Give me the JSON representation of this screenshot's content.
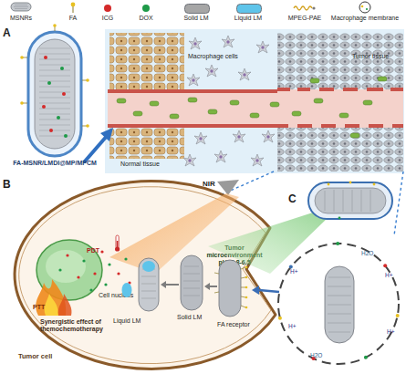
{
  "diagram": {
    "nodes": [
      {
        "text": [
          "FA-MSNR/LMDI@MP/MPCM"
        ]
      },
      {
        "text": [
          "Tumor cell"
        ]
      },
      {
        "text": [
          "Cell nucleus"
        ],
        "in": 1
      },
      {
        "text": [
          "Tumor microenvironment pH=6.8-6.5"
        ]
      }
    ],
    "labels": [
      "A",
      "Normal tissue",
      "Macrophage cells",
      "Tumor tissue",
      "B",
      "NIR",
      "PDT",
      "PTT",
      "Synergistic effect of themochemotherapy",
      "Liquid LM",
      "Solid LM",
      "FA receptor",
      "C",
      "H+",
      "H+",
      "H+",
      "H+",
      "H2O",
      "H2O"
    ],
    "legend": [
      {
        "text": "MSNRs"
      },
      {
        "text": "FA"
      },
      {
        "text": "ICG",
        "color": "#d42a2a"
      },
      {
        "text": "DOX",
        "color": "#1f9a48"
      },
      {
        "text": "Solid LM",
        "color": "#a6a6a6"
      },
      {
        "text": "Liquid LM",
        "color": "#5ec4ea"
      },
      {
        "text": "MPEG-PAE"
      },
      {
        "text": "Macrophage membrane"
      }
    ]
  }
}
